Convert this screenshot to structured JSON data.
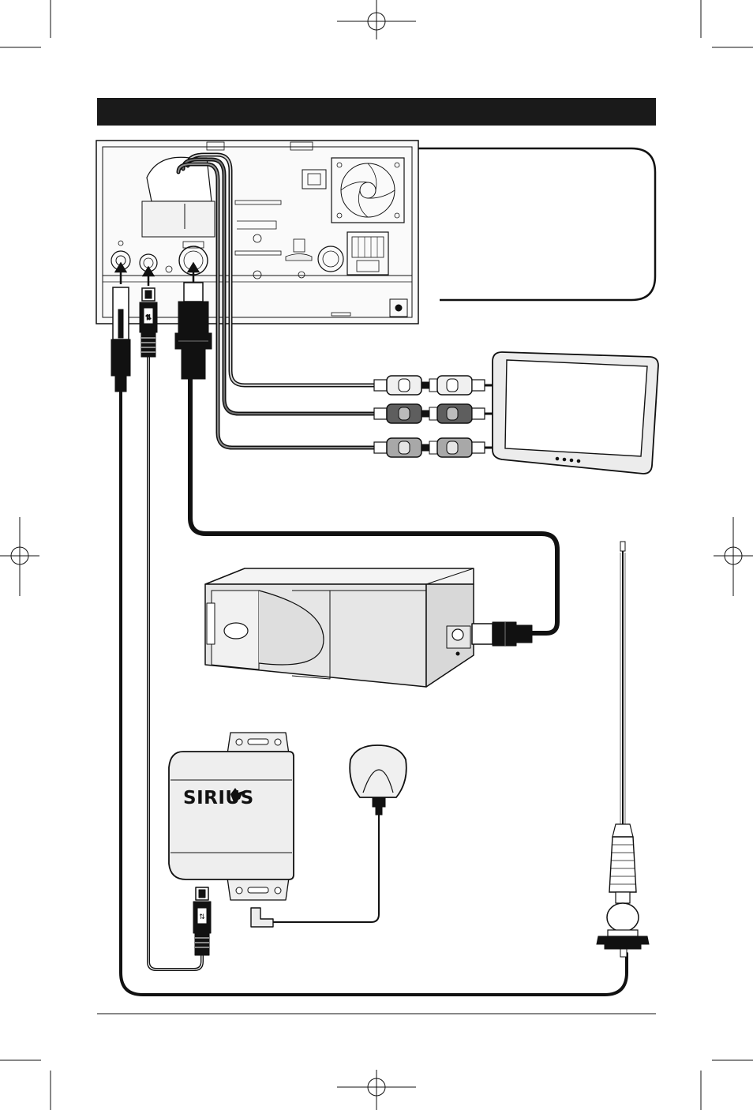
{
  "page": {
    "header_bar": {
      "color": "#1a1a1a",
      "text": ""
    }
  },
  "devices": {
    "head_unit": {
      "name": "head-unit-rear-panel"
    },
    "monitor": {
      "name": "video-monitor"
    },
    "cd_changer": {
      "name": "cd-changer"
    },
    "sirius_tuner": {
      "name": "sirius-tuner",
      "brand_text": "SIRIUS"
    },
    "sirius_antenna": {
      "name": "sirius-antenna"
    },
    "fm_antenna": {
      "name": "am-fm-antenna"
    }
  },
  "colors": {
    "cable_dark": "#111111",
    "cable_grey": "#6e6e6e",
    "cable_grey_light": "#9a9a9a",
    "device_fill": "#ececec",
    "device_shade": "#d6d6d6",
    "line": "#1a1a1a"
  }
}
